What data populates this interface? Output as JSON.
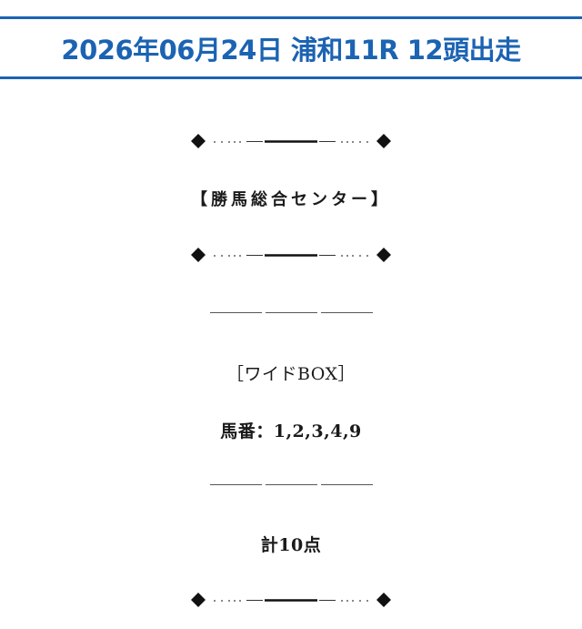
{
  "header": {
    "title": "2026年06月24日 浦和11R 12頭出走"
  },
  "content": {
    "center_label": "【勝馬総合センター】",
    "bet_type": "［ワイドBOX］",
    "horse_numbers": "馬番：1,2,3,4,9",
    "total_points": "計10点"
  },
  "colors": {
    "accent": "#1b63b3",
    "text": "#1a1a1a"
  }
}
